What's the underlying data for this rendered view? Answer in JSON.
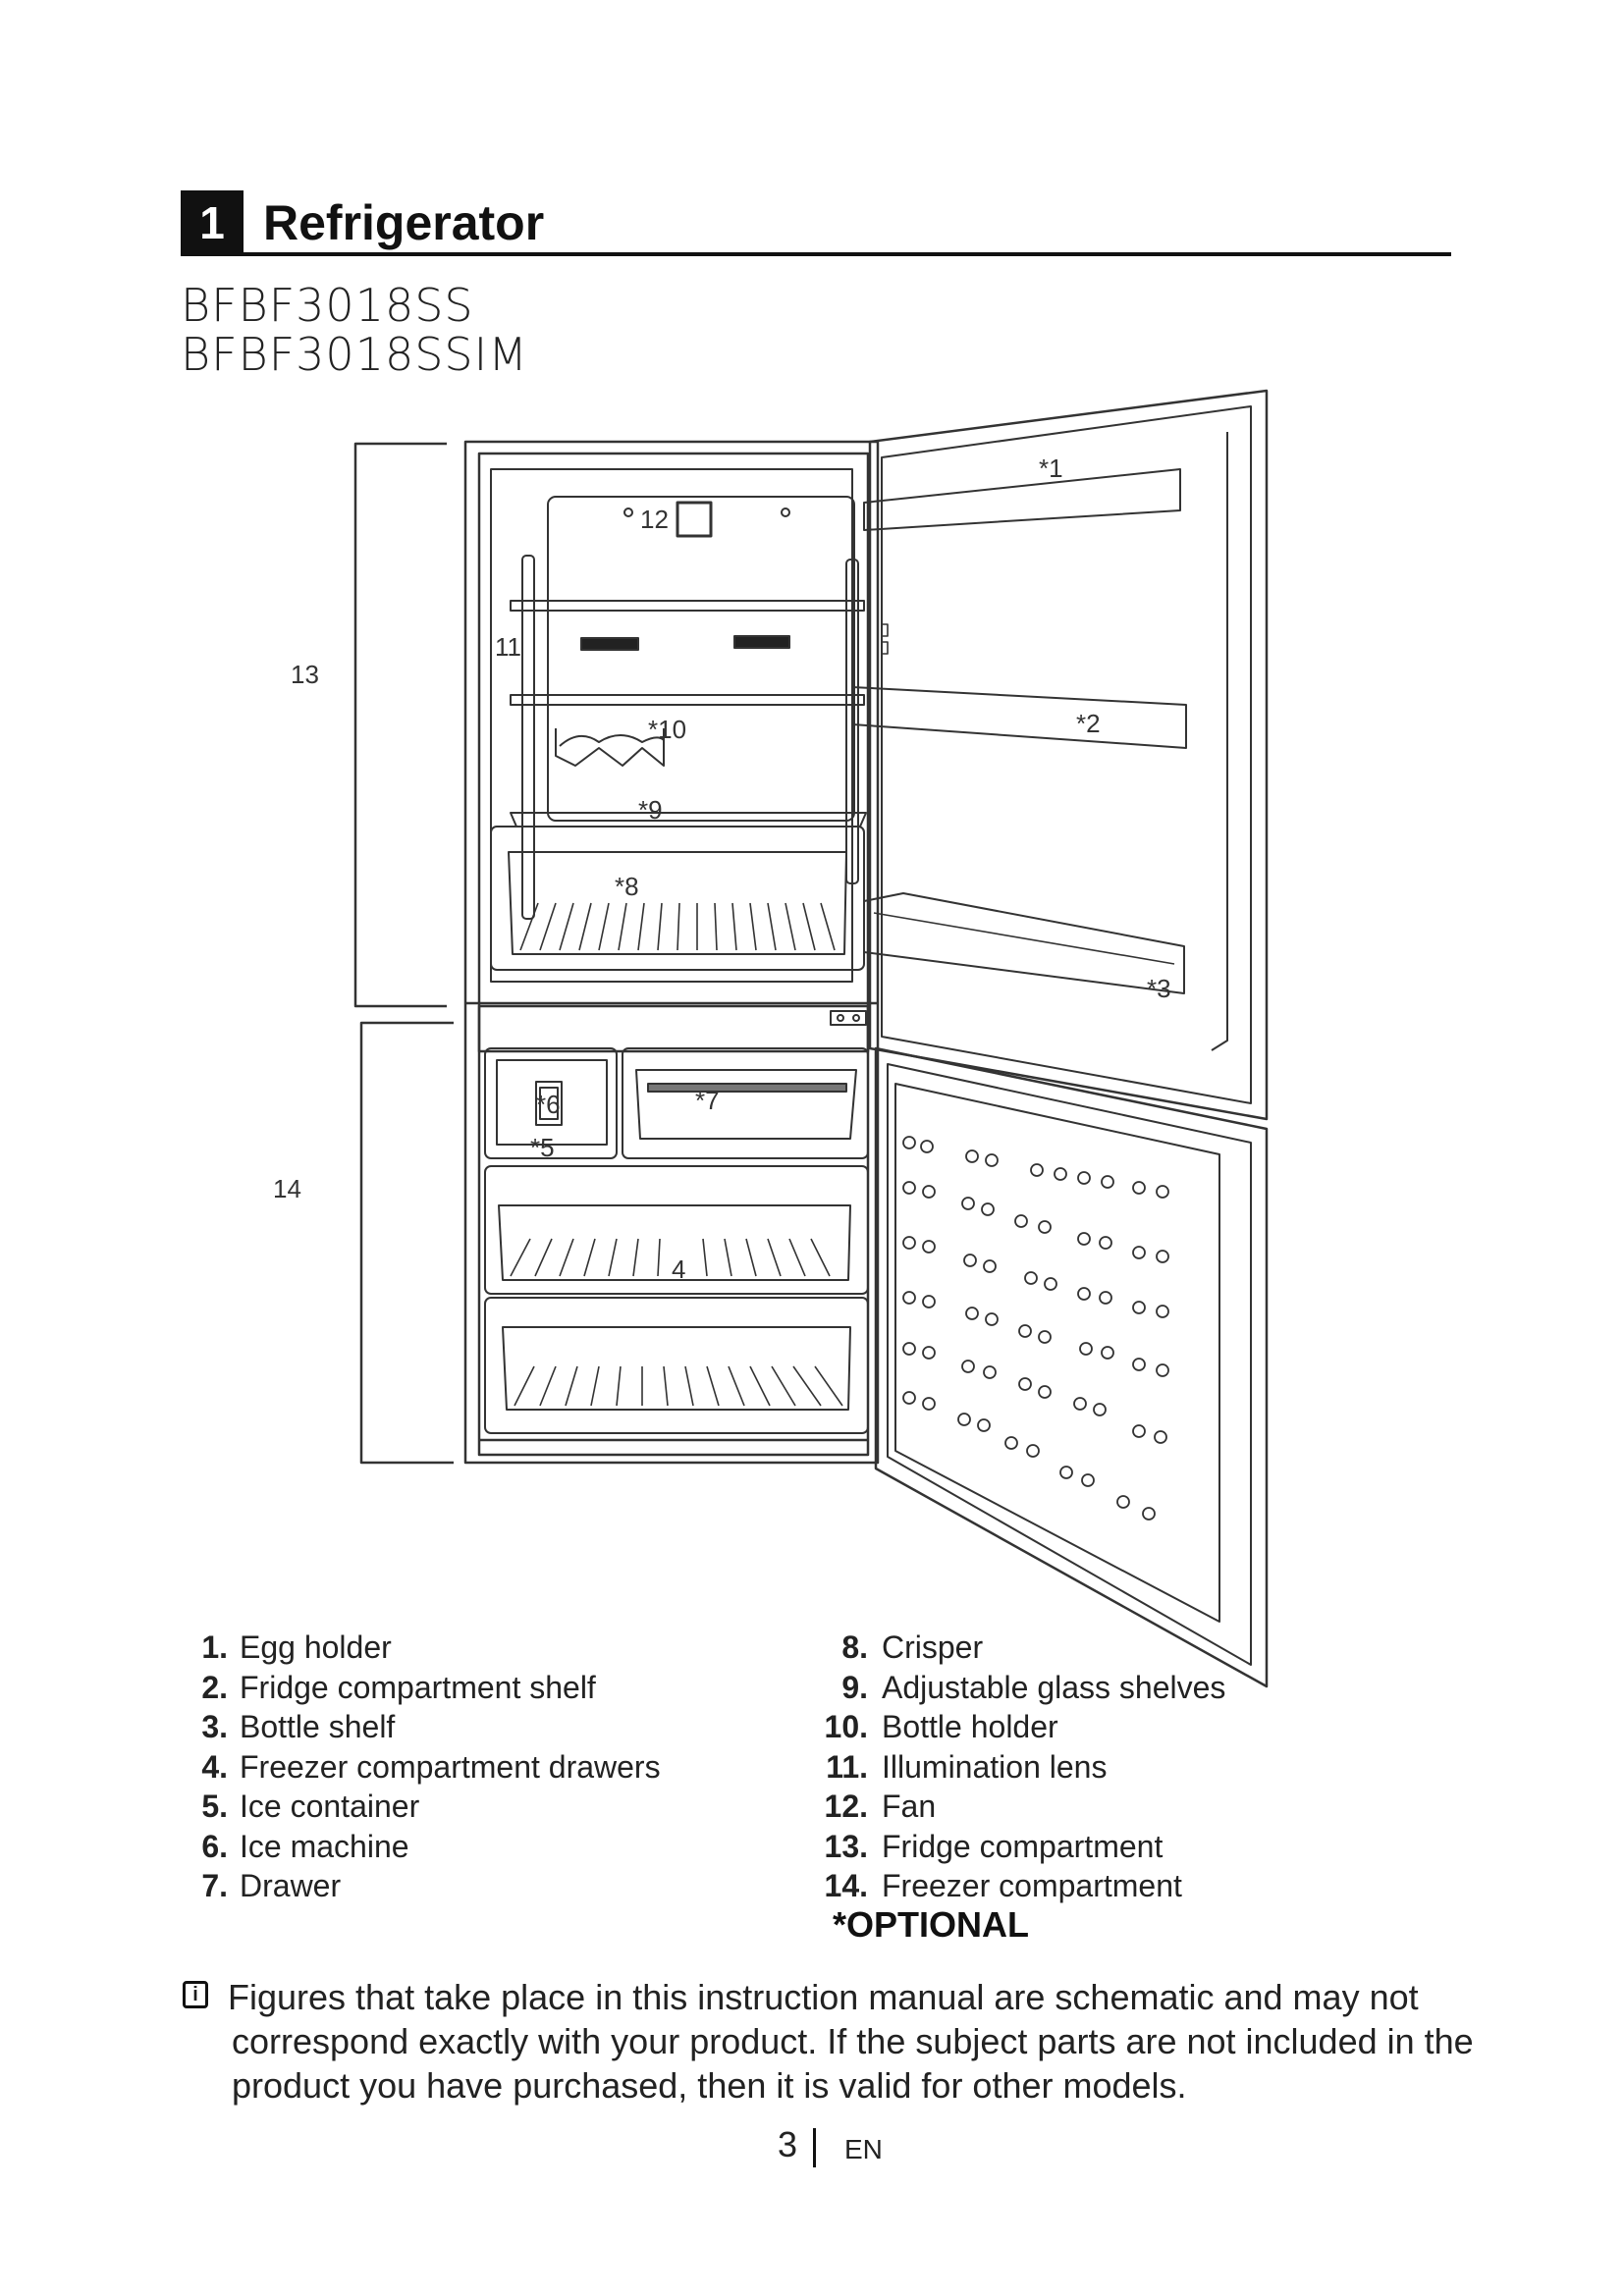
{
  "section": {
    "number": "1",
    "title": "Refrigerator"
  },
  "models": [
    "BFBF3018SS",
    "BFBF3018SSIM"
  ],
  "callouts": {
    "c1": "*1",
    "c2": "*2",
    "c3": "*3",
    "c4": "4",
    "c5": "*5",
    "c6": "*6",
    "c7": "*7",
    "c8": "*8",
    "c9": "*9",
    "c10": "*10",
    "c11": "11",
    "c12": "12",
    "c13": "13",
    "c14": "14"
  },
  "legend_left": [
    {
      "num": "1.",
      "label": "Egg holder"
    },
    {
      "num": "2.",
      "label": "Fridge compartment shelf"
    },
    {
      "num": "3.",
      "label": "Bottle shelf"
    },
    {
      "num": "4.",
      "label": "Freezer compartment drawers"
    },
    {
      "num": "5.",
      "label": "Ice container"
    },
    {
      "num": "6.",
      "label": "Ice machine"
    },
    {
      "num": "7.",
      "label": "Drawer"
    }
  ],
  "legend_right": [
    {
      "num": "8.",
      "label": "Crisper"
    },
    {
      "num": "9.",
      "label": "Adjustable glass shelves"
    },
    {
      "num": "10.",
      "label": "Bottle holder"
    },
    {
      "num": "11.",
      "label": "Illumination lens"
    },
    {
      "num": "12.",
      "label": "Fan"
    },
    {
      "num": "13.",
      "label": "Fridge compartment"
    },
    {
      "num": "14.",
      "label": "Freezer compartment"
    }
  ],
  "optional_label": "*OPTIONAL",
  "note": {
    "icon": "info-icon",
    "icon_glyph": "i",
    "line1": "Figures that take place in this instruction manual are schematic and may not",
    "line2": "correspond exactly with your product. If the subject parts are not included in the",
    "line3": "product you have purchased, then it is valid for other models."
  },
  "footer": {
    "page": "3",
    "lang": "EN"
  }
}
